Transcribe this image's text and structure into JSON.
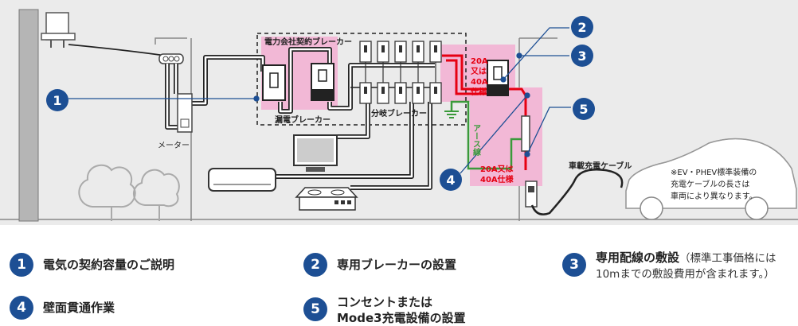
{
  "labels": {
    "contract_breaker": "電力会社契約ブレーカー",
    "leakage_breaker": "漏電ブレーカー",
    "branch_breaker": "分岐ブレーカー",
    "meter": "メーター",
    "earth_wire": "アース線",
    "spec_top": [
      "20A",
      "又は",
      "40A",
      "仕様"
    ],
    "spec_bottom": [
      "20A又は",
      "40A仕様"
    ],
    "charging_cable": "車載充電ケーブル",
    "car_note": [
      "※EV・PHEV標準装備の",
      "充電ケーブルの長さは",
      "車両により異なります。"
    ]
  },
  "markers": [
    "1",
    "2",
    "3",
    "4",
    "5"
  ],
  "legend": [
    {
      "num": "1",
      "text": "電気の契約容量のご説明"
    },
    {
      "num": "2",
      "text": "専用ブレーカーの設置"
    },
    {
      "num": "3",
      "text": "専用配線の敷設",
      "note_a": "（標準工事価格には",
      "note_b": "10mまでの敷設費用が含まれます。）"
    },
    {
      "num": "4",
      "text": "壁面貫通作業"
    },
    {
      "num": "5",
      "text_a": "コンセントまたは",
      "text_b": "Mode3充電設備の設置"
    }
  ],
  "colors": {
    "marker": "#1d4f94",
    "highlight": "#f2b8d6",
    "red_wire": "#e60012",
    "green_wire": "#3a9a3a",
    "background": "#ebebeb"
  }
}
